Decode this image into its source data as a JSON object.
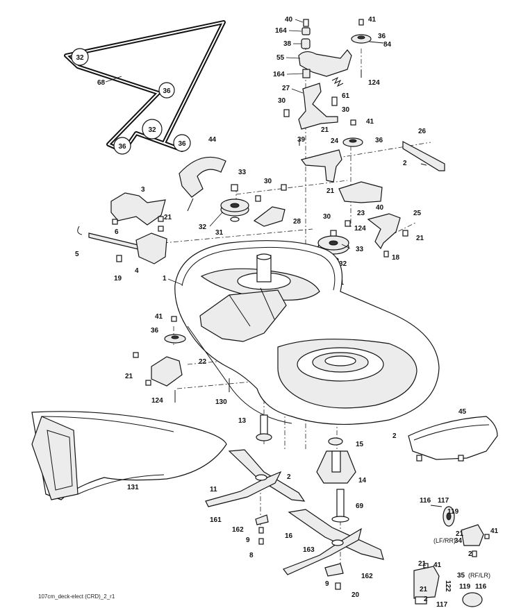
{
  "footer": "107cm_deck-elect (CRD)_2_r1",
  "notes": {
    "lf_rr": "(LF/RR)",
    "rf_lr": "(RF/LR)"
  },
  "callouts": {
    "c40a": "40",
    "c41a": "41",
    "c164a": "164",
    "c36a": "36",
    "c38": "38",
    "c84": "84",
    "c55": "55",
    "c164b": "164",
    "c124a": "124",
    "c61": "61",
    "c27": "27",
    "c30a": "30",
    "c30b": "30",
    "c41b": "41",
    "c21a": "21",
    "c39": "39",
    "c36b": "36",
    "c24": "24",
    "c26": "26",
    "c2a": "2",
    "c21b": "21",
    "c23": "23",
    "c40b": "40",
    "c25": "25",
    "c30c": "30",
    "c124b": "124",
    "c21c": "21",
    "c33a": "33",
    "c32a": "32",
    "c18": "18",
    "c31a": "31",
    "c32b": "32",
    "c36c": "36",
    "c68": "68",
    "c32c": "32",
    "c36d": "36",
    "c36e": "36",
    "c44": "44",
    "c33b": "33",
    "c30d": "30",
    "c3": "3",
    "c21d": "21",
    "c6": "6",
    "c5": "5",
    "c4": "4",
    "c19": "19",
    "c32d": "32",
    "c31b": "31",
    "c28": "28",
    "c1": "1",
    "c41c": "41",
    "c36f": "36",
    "c22": "22",
    "c21e": "21",
    "c124c": "124",
    "c130": "130",
    "c13": "13",
    "c15": "15",
    "c2b": "2",
    "c2c": "2",
    "c45": "45",
    "c131": "131",
    "c11": "11",
    "c14": "14",
    "c69": "69",
    "c161": "161",
    "c162a": "162",
    "c9": "9",
    "c8": "8",
    "c16": "16",
    "c163": "163",
    "c162b": "162",
    "c9b": "9",
    "c20": "20",
    "c116a": "116",
    "c117a": "117",
    "c119a": "119",
    "c21f": "21",
    "c34": "34",
    "c41d": "41",
    "c2d": "2",
    "c21g": "21",
    "c41e": "41",
    "c35": "35",
    "c21h": "21",
    "c119b": "119",
    "c116b": "116",
    "c2e": "2",
    "c117b": "117",
    "c122": "122"
  }
}
